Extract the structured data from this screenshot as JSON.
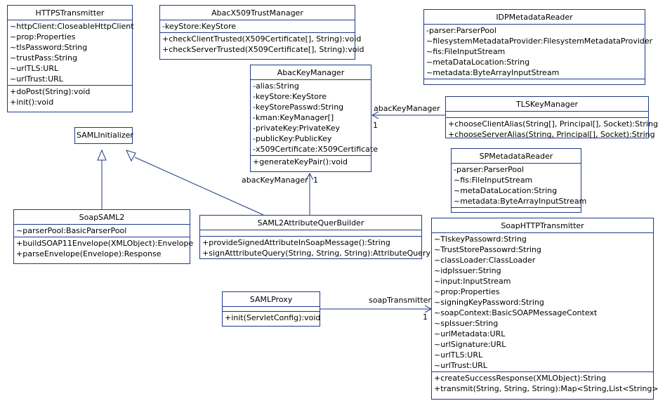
{
  "classes": [
    {
      "id": "https-transmitter",
      "name": "HTTPSTransmitter",
      "attributes": [
        "~httpClient:CloseableHttpClient",
        "~prop:Properties",
        "~tlsPassword:String",
        "~trustPass:String",
        "~urlTLS:URL",
        "~urlTrust:URL"
      ],
      "operations": [
        "+doPost(String):void",
        "+init():void"
      ]
    },
    {
      "id": "abac-x509-trust-manager",
      "name": "AbacX509TrustManager",
      "attributes": [
        "-keyStore:KeyStore"
      ],
      "operations": [
        "+checkClientTrusted(X509Certificate[], String):void",
        "+checkServerTrusted(X509Certificate[], String):void"
      ]
    },
    {
      "id": "idp-metadata-reader",
      "name": "IDPMetadataReader",
      "attributes": [
        "-parser:ParserPool",
        "~filesystemMetadataProvider:FilesystemMetadataProvider",
        "~fis:FileInputStream",
        "~metaDataLocation:String",
        "~metadata:ByteArrayInputStream"
      ],
      "operations": []
    },
    {
      "id": "abac-key-manager",
      "name": "AbacKeyManager",
      "attributes": [
        "-alias:String",
        "-keyStore:KeyStore",
        "-keyStorePasswd:String",
        "-kman:KeyManager[]",
        "-privateKey:PrivateKey",
        "-publicKey:PublicKey",
        "-x509Certificate:X509Certificate"
      ],
      "operations": [
        "+generateKeyPair():void"
      ]
    },
    {
      "id": "tls-key-manager",
      "name": "TLSKeyManager",
      "attributes": [],
      "operations": [
        "+chooseClientAlias(String[], Principal[], Socket):String",
        "+chooseServerAlias(String, Principal[], Socket):String"
      ]
    },
    {
      "id": "saml-initializer",
      "name": "SAMLInitializer",
      "attributes": null,
      "operations": null
    },
    {
      "id": "sp-metadata-reader",
      "name": "SPMetadataReader",
      "attributes": [
        "-parser:ParserPool",
        "~fis:FileInputStream",
        "~metaDataLocation:String",
        "~metadata:ByteArrayInputStream"
      ],
      "operations": []
    },
    {
      "id": "soap-saml2",
      "name": "SoapSAML2",
      "attributes": [
        "~parserPool:BasicParserPool"
      ],
      "operations": [
        "+buildSOAP11Envelope(XMLObject):Envelope",
        "+parseEnvelope(Envelope):Response"
      ]
    },
    {
      "id": "saml2-attribute-quer-builder",
      "name": "SAML2AttributeQuerBuilder",
      "attributes": [],
      "operations": [
        "+provideSignedAttributeInSoapMessage():String",
        "+signAtttributeQuery(String, String, String):AttributeQuery"
      ]
    },
    {
      "id": "soap-http-transmitter",
      "name": "SoapHTTPTransmitter",
      "attributes": [
        "~TlskeyPassowrd:String",
        "~TrustStorePassowrd:String",
        "~classLoader:ClassLoader",
        "~idpIssuer:String",
        "~input:InputStream",
        "~prop:Properties",
        "~signingKeyPassword:String",
        "~soapContext:BasicSOAPMessageContext",
        "~spIssuer:String",
        "~urlMetadata:URL",
        "~urlSignature:URL",
        "~urlTLS:URL",
        "~urlTrust:URL"
      ],
      "operations": [
        "+createSuccessResponse(XMLObject):String",
        "+transmit(String, String, String):Map<String,List<String>>"
      ]
    },
    {
      "id": "saml-proxy",
      "name": "SAMLProxy",
      "attributes": [],
      "operations": [
        "+init(ServletConfig):void"
      ]
    }
  ],
  "associations": {
    "tls_to_abac_role": "abacKeyManager",
    "tls_to_abac_mult": "1",
    "builder_to_abac_role": "abacKeyManager",
    "builder_to_abac_mult": "1",
    "proxy_to_soap_role": "soapTransmitter",
    "proxy_to_soap_mult": "1"
  },
  "colors": {
    "border": "#1f3a86",
    "line": "#1f3a86"
  }
}
